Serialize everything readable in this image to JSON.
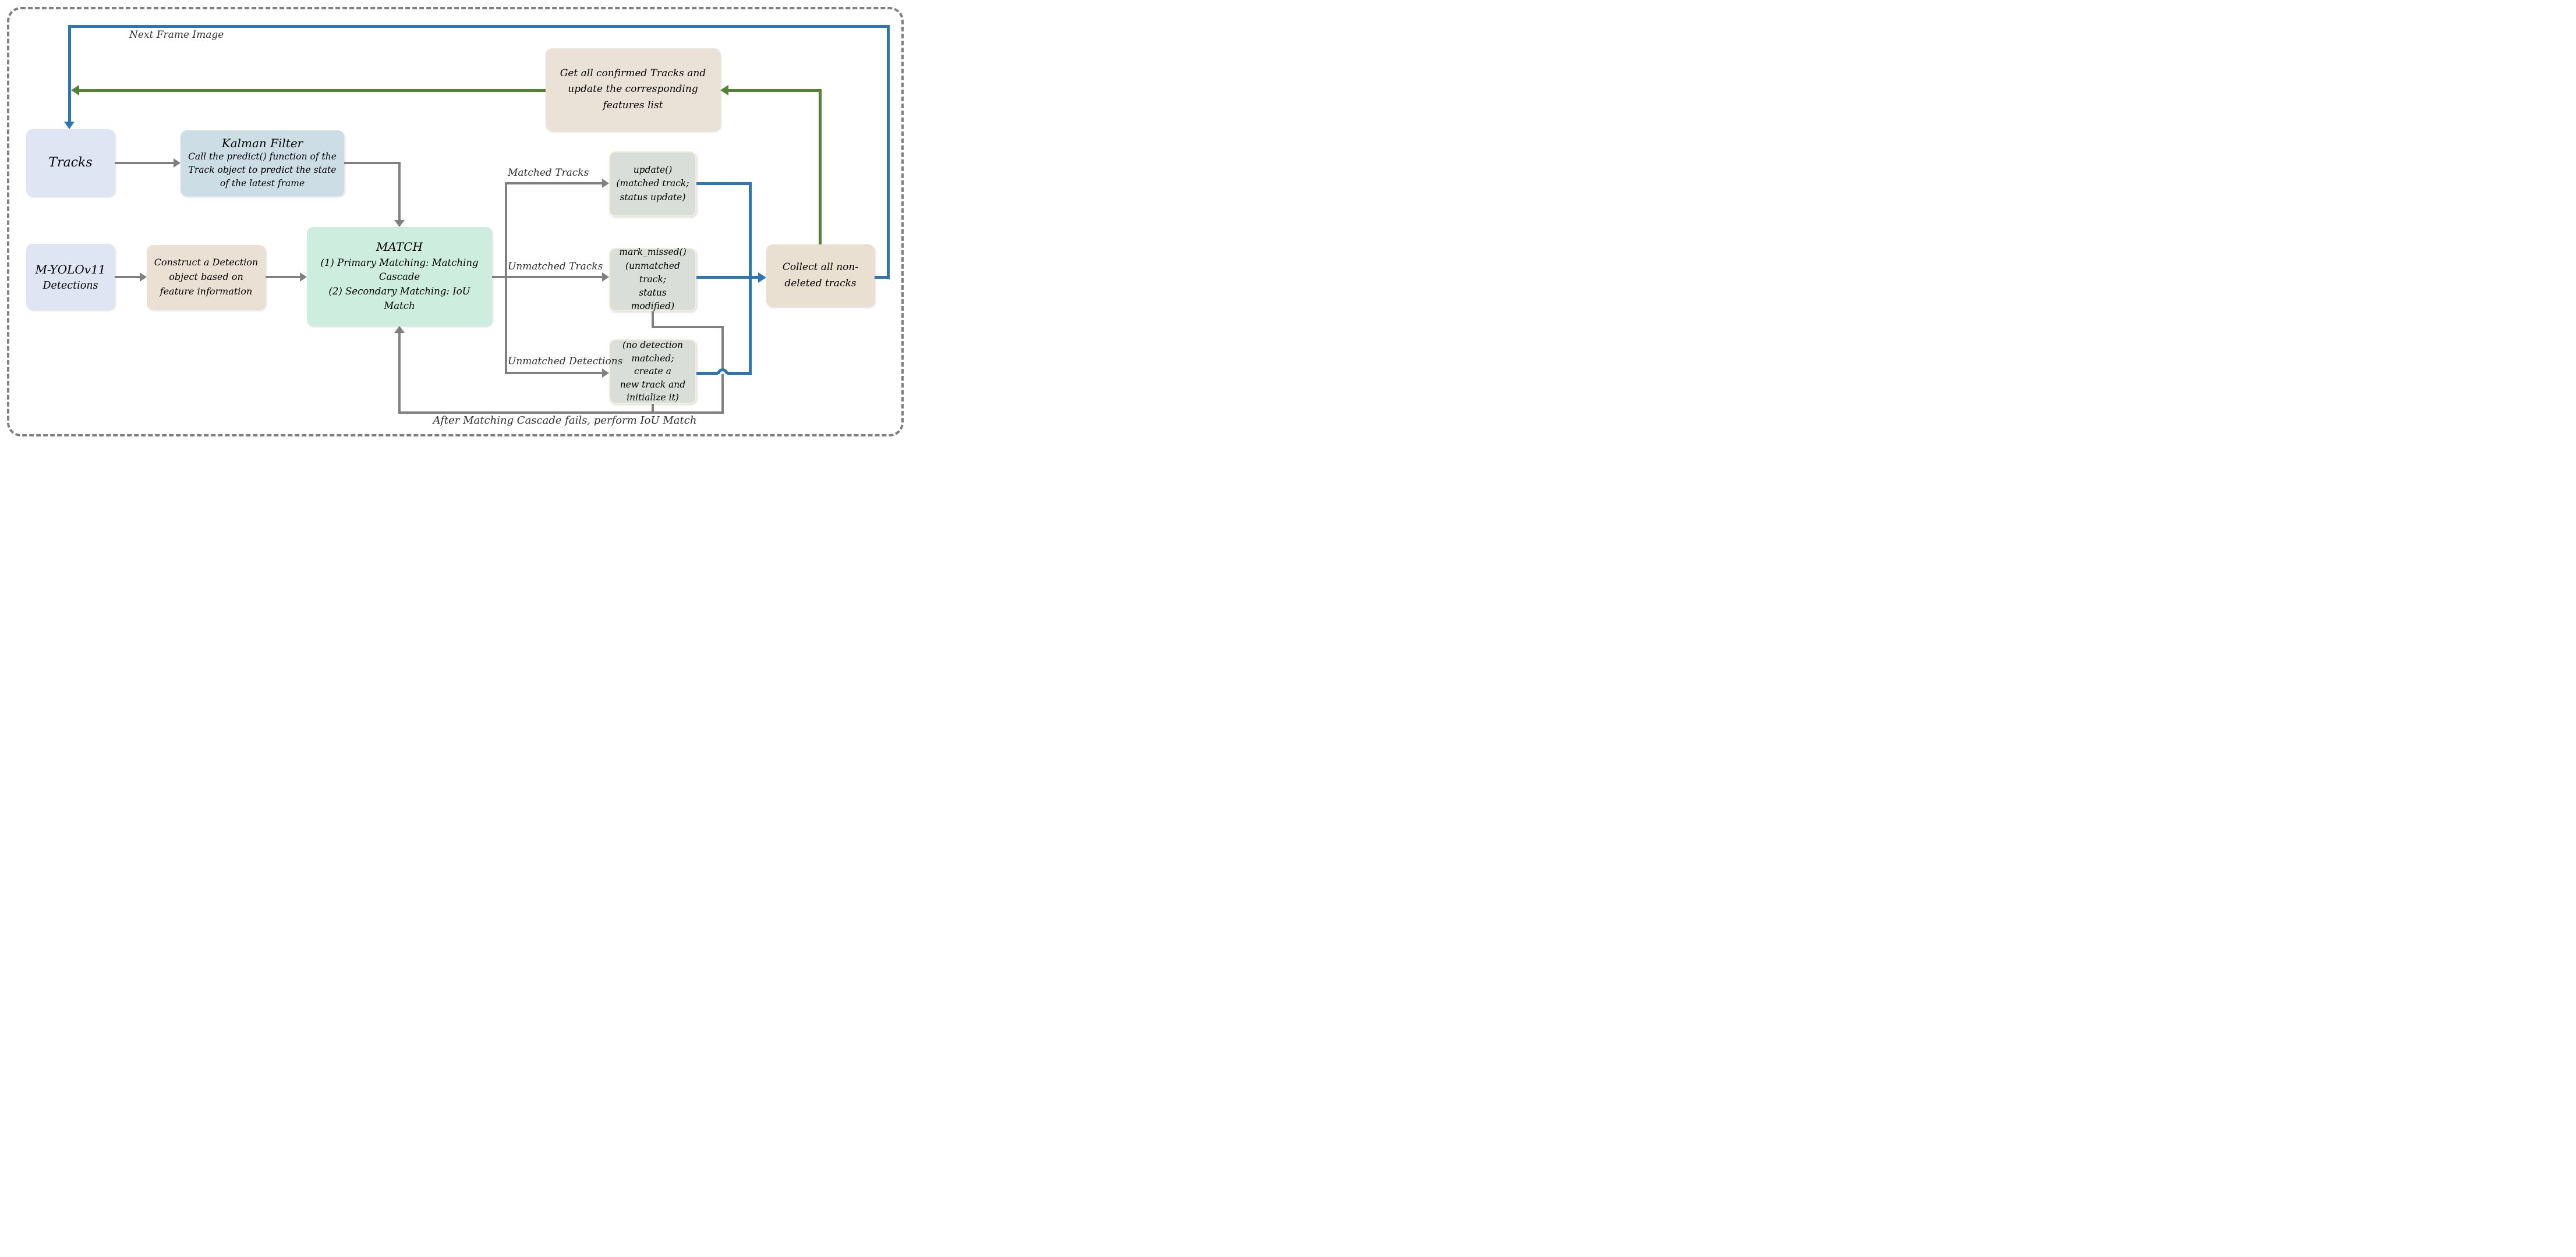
{
  "figure": {
    "description": "Object tracking pipeline flow diagram (M-YOLOv11 + DeepSORT style matching cascade)"
  },
  "colors": {
    "loop_blue": "#2e75b6",
    "feedback_green": "#548235",
    "connector_gray": "#808080",
    "frame_gray": "#7f7f7f",
    "box_periwinkle": "#dfe5f3",
    "box_steelblue": "#ccdde6",
    "box_tan": "#ebe0d4",
    "box_mint": "#cdeede",
    "box_grayleaf": "#d9ded9",
    "box_grayleaf_border": "#f3eeda"
  },
  "nodes": {
    "tracks": {
      "label": "Tracks"
    },
    "kalman": {
      "title": "Kalman Filter",
      "body": "Call the predict() function of the Track object to predict the state of the latest frame"
    },
    "myolo": {
      "title": "M-YOLOv11",
      "subtitle": "Detections"
    },
    "construct": {
      "body": "Construct a Detection object based on feature information"
    },
    "match": {
      "title": "MATCH",
      "line1": "(1) Primary Matching: Matching Cascade",
      "line2": "(2) Secondary Matching: IoU Match"
    },
    "get_confirmed": {
      "body": "Get all confirmed Tracks and update the corresponding features list"
    },
    "update": {
      "lines": [
        "update()",
        "(matched track;",
        "status update)"
      ]
    },
    "mark_missed": {
      "lines": [
        "mark_missed()",
        "(unmatched track;",
        "status modified)"
      ]
    },
    "new_track": {
      "lines": [
        "(no detection",
        "matched; create a",
        "new track and",
        "initialize it)"
      ]
    },
    "collect": {
      "body": "Collect all non-deleted tracks"
    }
  },
  "edge_labels": {
    "next_frame": "Next Frame Image",
    "matched_tracks": "Matched Tracks",
    "unmatched_tracks": "Unmatched Tracks",
    "unmatched_detections": "Unmatched Detections",
    "iou_note": "After Matching Cascade fails, perform IoU Match"
  }
}
